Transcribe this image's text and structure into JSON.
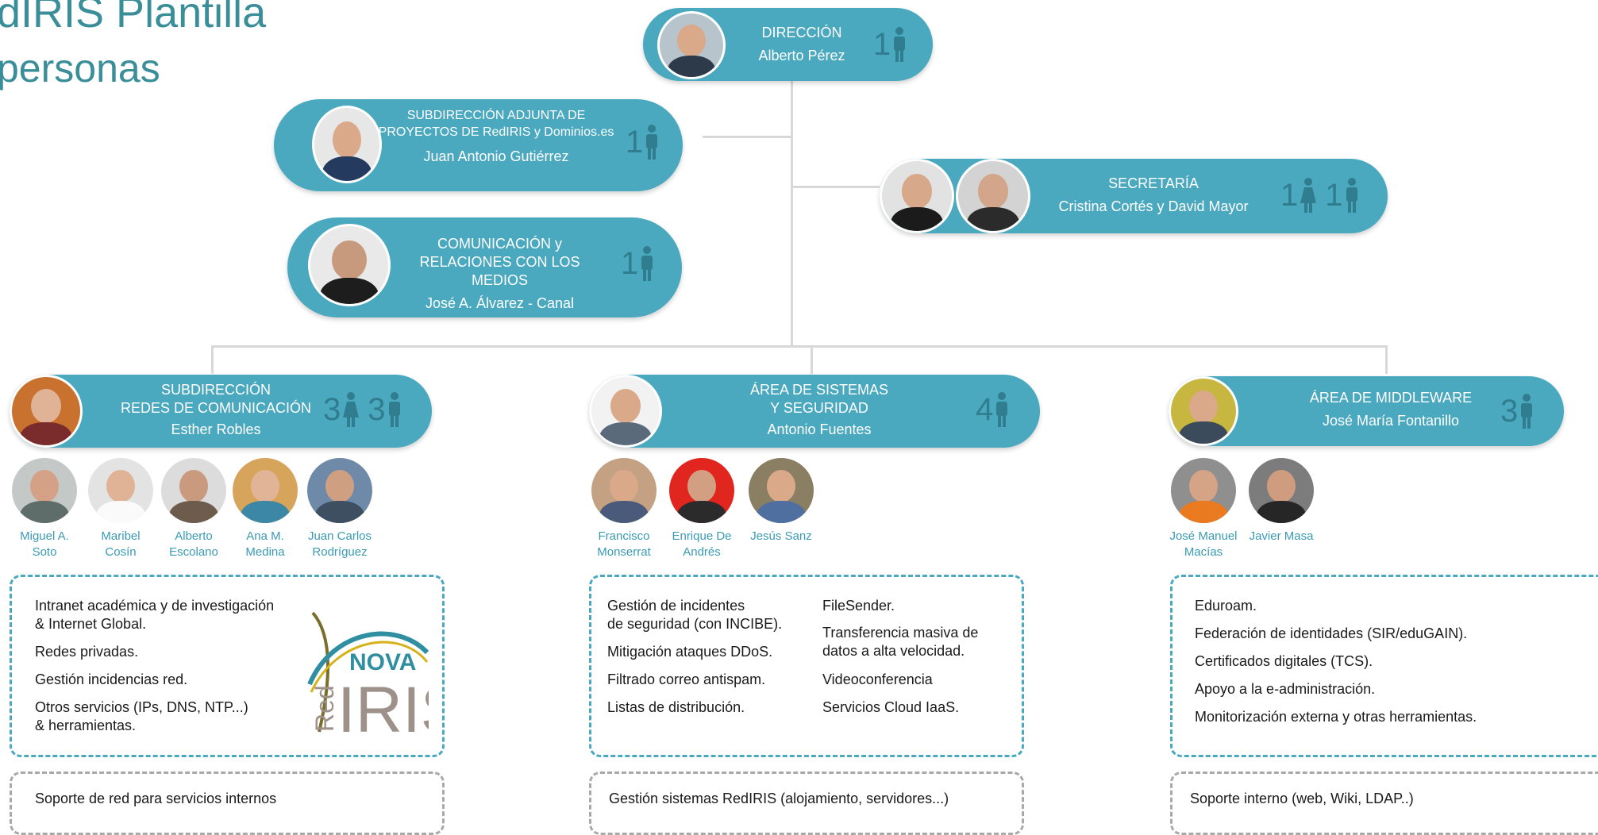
{
  "title": {
    "line1": "dIRIS Plantilla",
    "line2": "personas"
  },
  "colors": {
    "pill": "#4aa8bf",
    "title": "#3a8e99",
    "member_name": "#3a9bb3",
    "count": "#2f7d8f"
  },
  "direccion": {
    "title": "DIRECCIÓN",
    "name": "Alberto Pérez",
    "count": "1",
    "icon": "male-person-icon"
  },
  "subdir_adjunta": {
    "title1": "SUBDIRECCIÓN ADJUNTA DE",
    "title2": "PROYECTOS DE RedIRIS y Dominios.es",
    "name": "Juan Antonio Gutiérrez",
    "count": "1",
    "icon": "male-person-icon"
  },
  "comunicacion": {
    "title1": "COMUNICACIÓN y",
    "title2": "RELACIONES CON LOS MEDIOS",
    "name": "José A. Álvarez - Canal",
    "count": "1",
    "icon": "male-person-icon"
  },
  "secretaria": {
    "title": "SECRETARÍA",
    "name": "Cristina Cortés y David Mayor",
    "count_f": "1",
    "count_m": "1",
    "icons": [
      "female-person-icon",
      "male-person-icon"
    ]
  },
  "redes": {
    "title1": "SUBDIRECCIÓN",
    "title2": "REDES DE COMUNICACIÓN",
    "name": "Esther Robles",
    "count_f": "3",
    "count_m": "3",
    "members": [
      {
        "l1": "Miguel A.",
        "l2": "Soto"
      },
      {
        "l1": "Maribel",
        "l2": "Cosín"
      },
      {
        "l1": "Alberto",
        "l2": "Escolano"
      },
      {
        "l1": "Ana M.",
        "l2": "Medina"
      },
      {
        "l1": "Juan Carlos",
        "l2": "Rodríguez"
      }
    ],
    "services": [
      {
        "l1": "Intranet académica y de investigación",
        "l2": "& Internet Global."
      },
      {
        "l1": "Redes privadas.",
        "l2": ""
      },
      {
        "l1": "Gestión incidencias red.",
        "l2": ""
      },
      {
        "l1": "Otros servicios (IPs, DNS, NTP...)",
        "l2": "& herramientas."
      }
    ],
    "logo": {
      "word1": "NOVA",
      "word2": "Red",
      "word3": "IRIS"
    },
    "internal": "Soporte de red para servicios internos"
  },
  "sistemas": {
    "title1": "ÁREA DE SISTEMAS",
    "title2": "Y SEGURIDAD",
    "name": "Antonio Fuentes",
    "count": "4",
    "members": [
      {
        "l1": "Francisco",
        "l2": "Monserrat"
      },
      {
        "l1": "Enrique De",
        "l2": "Andrés"
      },
      {
        "l1": "Jesús Sanz",
        "l2": ""
      }
    ],
    "services_left": [
      {
        "l1": "Gestión de incidentes",
        "l2": "de seguridad (con INCIBE)."
      },
      {
        "l1": "Mitigación ataques DDoS.",
        "l2": ""
      },
      {
        "l1": "Filtrado correo antispam.",
        "l2": ""
      },
      {
        "l1": "Listas de distribución.",
        "l2": ""
      }
    ],
    "services_right": [
      {
        "l1": "FileSender.",
        "l2": ""
      },
      {
        "l1": "Transferencia masiva de",
        "l2": "datos a alta velocidad."
      },
      {
        "l1": "Videoconferencia",
        "l2": ""
      },
      {
        "l1": "Servicios Cloud IaaS.",
        "l2": ""
      }
    ],
    "internal": "Gestión sistemas RedIRIS (alojamiento, servidores...)"
  },
  "middleware": {
    "title": "ÁREA DE MIDDLEWARE",
    "name": "José María Fontanillo",
    "count": "3",
    "members": [
      {
        "l1": "José Manuel",
        "l2": "Macías"
      },
      {
        "l1": "Javier Masa",
        "l2": ""
      }
    ],
    "services": [
      "Eduroam.",
      "Federación de identidades (SIR/eduGAIN).",
      "Certificados digitales (TCS).",
      "Apoyo a la e-administración.",
      "Monitorización externa y otras herramientas."
    ],
    "internal": "Soporte interno (web, Wiki, LDAP..)"
  }
}
